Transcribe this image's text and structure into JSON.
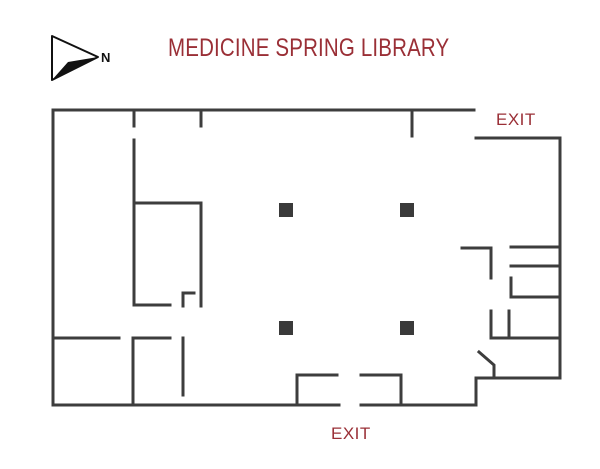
{
  "title": "MEDICINE SPRING LIBRARY",
  "compass": {
    "label": "N",
    "icon": "north-arrow-icon"
  },
  "exits": {
    "top_label": "EXIT",
    "bottom_label": "EXIT"
  },
  "colors": {
    "title": "#9a2f36",
    "exit": "#9a2f36",
    "walls": "#3d3d3d",
    "columns": "#3a3a3a"
  }
}
